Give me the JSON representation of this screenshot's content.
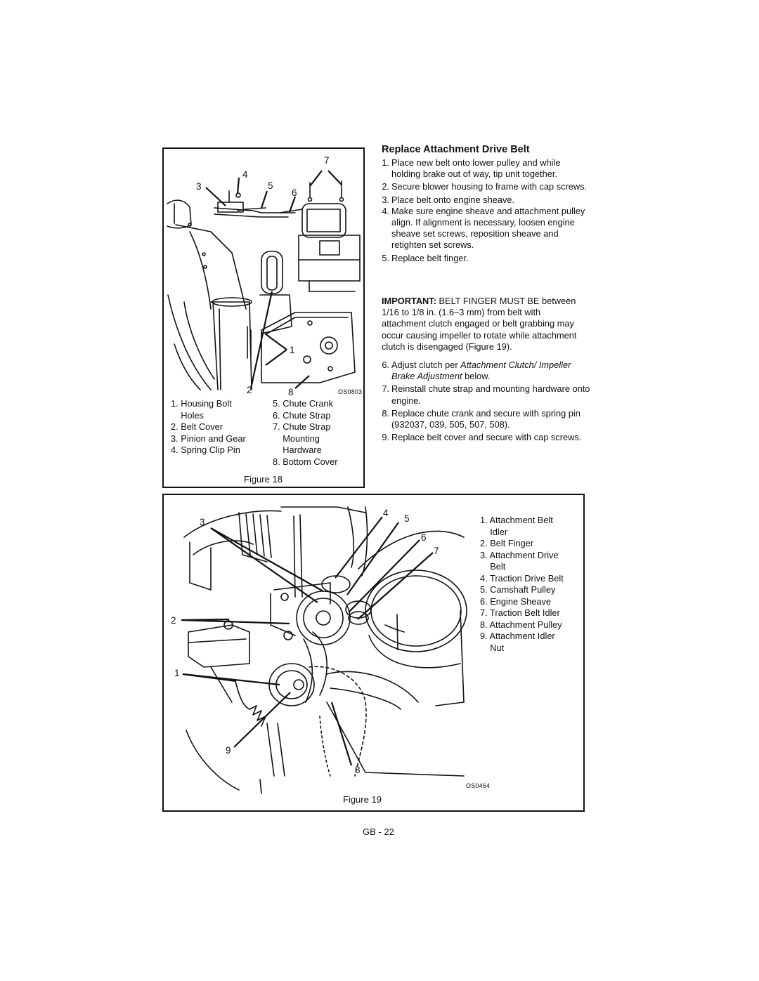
{
  "figure18": {
    "callouts": [
      "1",
      "2",
      "3",
      "4",
      "5",
      "6",
      "7",
      "8"
    ],
    "code": "OS0803",
    "legend_left": [
      "1. Housing Bolt",
      "    Holes",
      "2. Belt Cover",
      "3. Pinion and Gear",
      "4. Spring Clip Pin"
    ],
    "legend_right": [
      "5. Chute Crank",
      "6. Chute Strap",
      "7. Chute Strap",
      "    Mounting",
      "    Hardware",
      "8. Bottom Cover"
    ],
    "caption": "Figure 18"
  },
  "section": {
    "heading": "Replace Attachment Drive Belt",
    "steps_a": [
      {
        "n": "1.",
        "text": "Place new belt onto lower pulley and while holding brake out of way, tip unit together."
      },
      {
        "n": "2.",
        "text": "Secure blower housing to frame with cap screws."
      },
      {
        "n": "3.",
        "text": "Place belt onto engine sheave."
      },
      {
        "n": "4.",
        "text": "Make sure engine sheave and attachment pulley align. If alignment is necessary, loosen engine sheave set screws, reposition sheave and retighten set screws."
      },
      {
        "n": "5.",
        "text": "Replace belt finger."
      }
    ],
    "important_label": "IMPORTANT:",
    "important_text": " BELT FINGER MUST BE between 1/16 to 1/8 in. (1.6–3 mm) from belt with attachment clutch engaged or belt grabbing may occur causing impeller to rotate while attachment clutch is disengaged (Figure 19).",
    "step6": {
      "n": "6.",
      "before": "Adjust clutch per ",
      "ref": "Attachment Clutch/ Impeller Brake Adjustment",
      "after": " below."
    },
    "steps_b": [
      {
        "n": "7.",
        "text": "Reinstall chute strap and mounting hardware onto engine."
      },
      {
        "n": "8.",
        "text": "Replace chute crank and secure with spring pin (932037, 039, 505, 507, 508)."
      },
      {
        "n": "9.",
        "text": "Replace belt cover and secure with cap screws."
      }
    ]
  },
  "figure19": {
    "callouts": [
      "1",
      "2",
      "3",
      "4",
      "5",
      "6",
      "7",
      "8",
      "9"
    ],
    "code": "OS0464",
    "legend": [
      "1. Attachment Belt",
      "    Idler",
      "2. Belt Finger",
      "3. Attachment Drive",
      "    Belt",
      "4. Traction Drive Belt",
      "5. Camshaft Pulley",
      "6. Engine Sheave",
      "7. Traction Belt Idler",
      "8. Attachment Pulley",
      "9. Attachment Idler",
      "    Nut"
    ],
    "caption": "Figure 19"
  },
  "footer": {
    "page": "GB - 22"
  }
}
